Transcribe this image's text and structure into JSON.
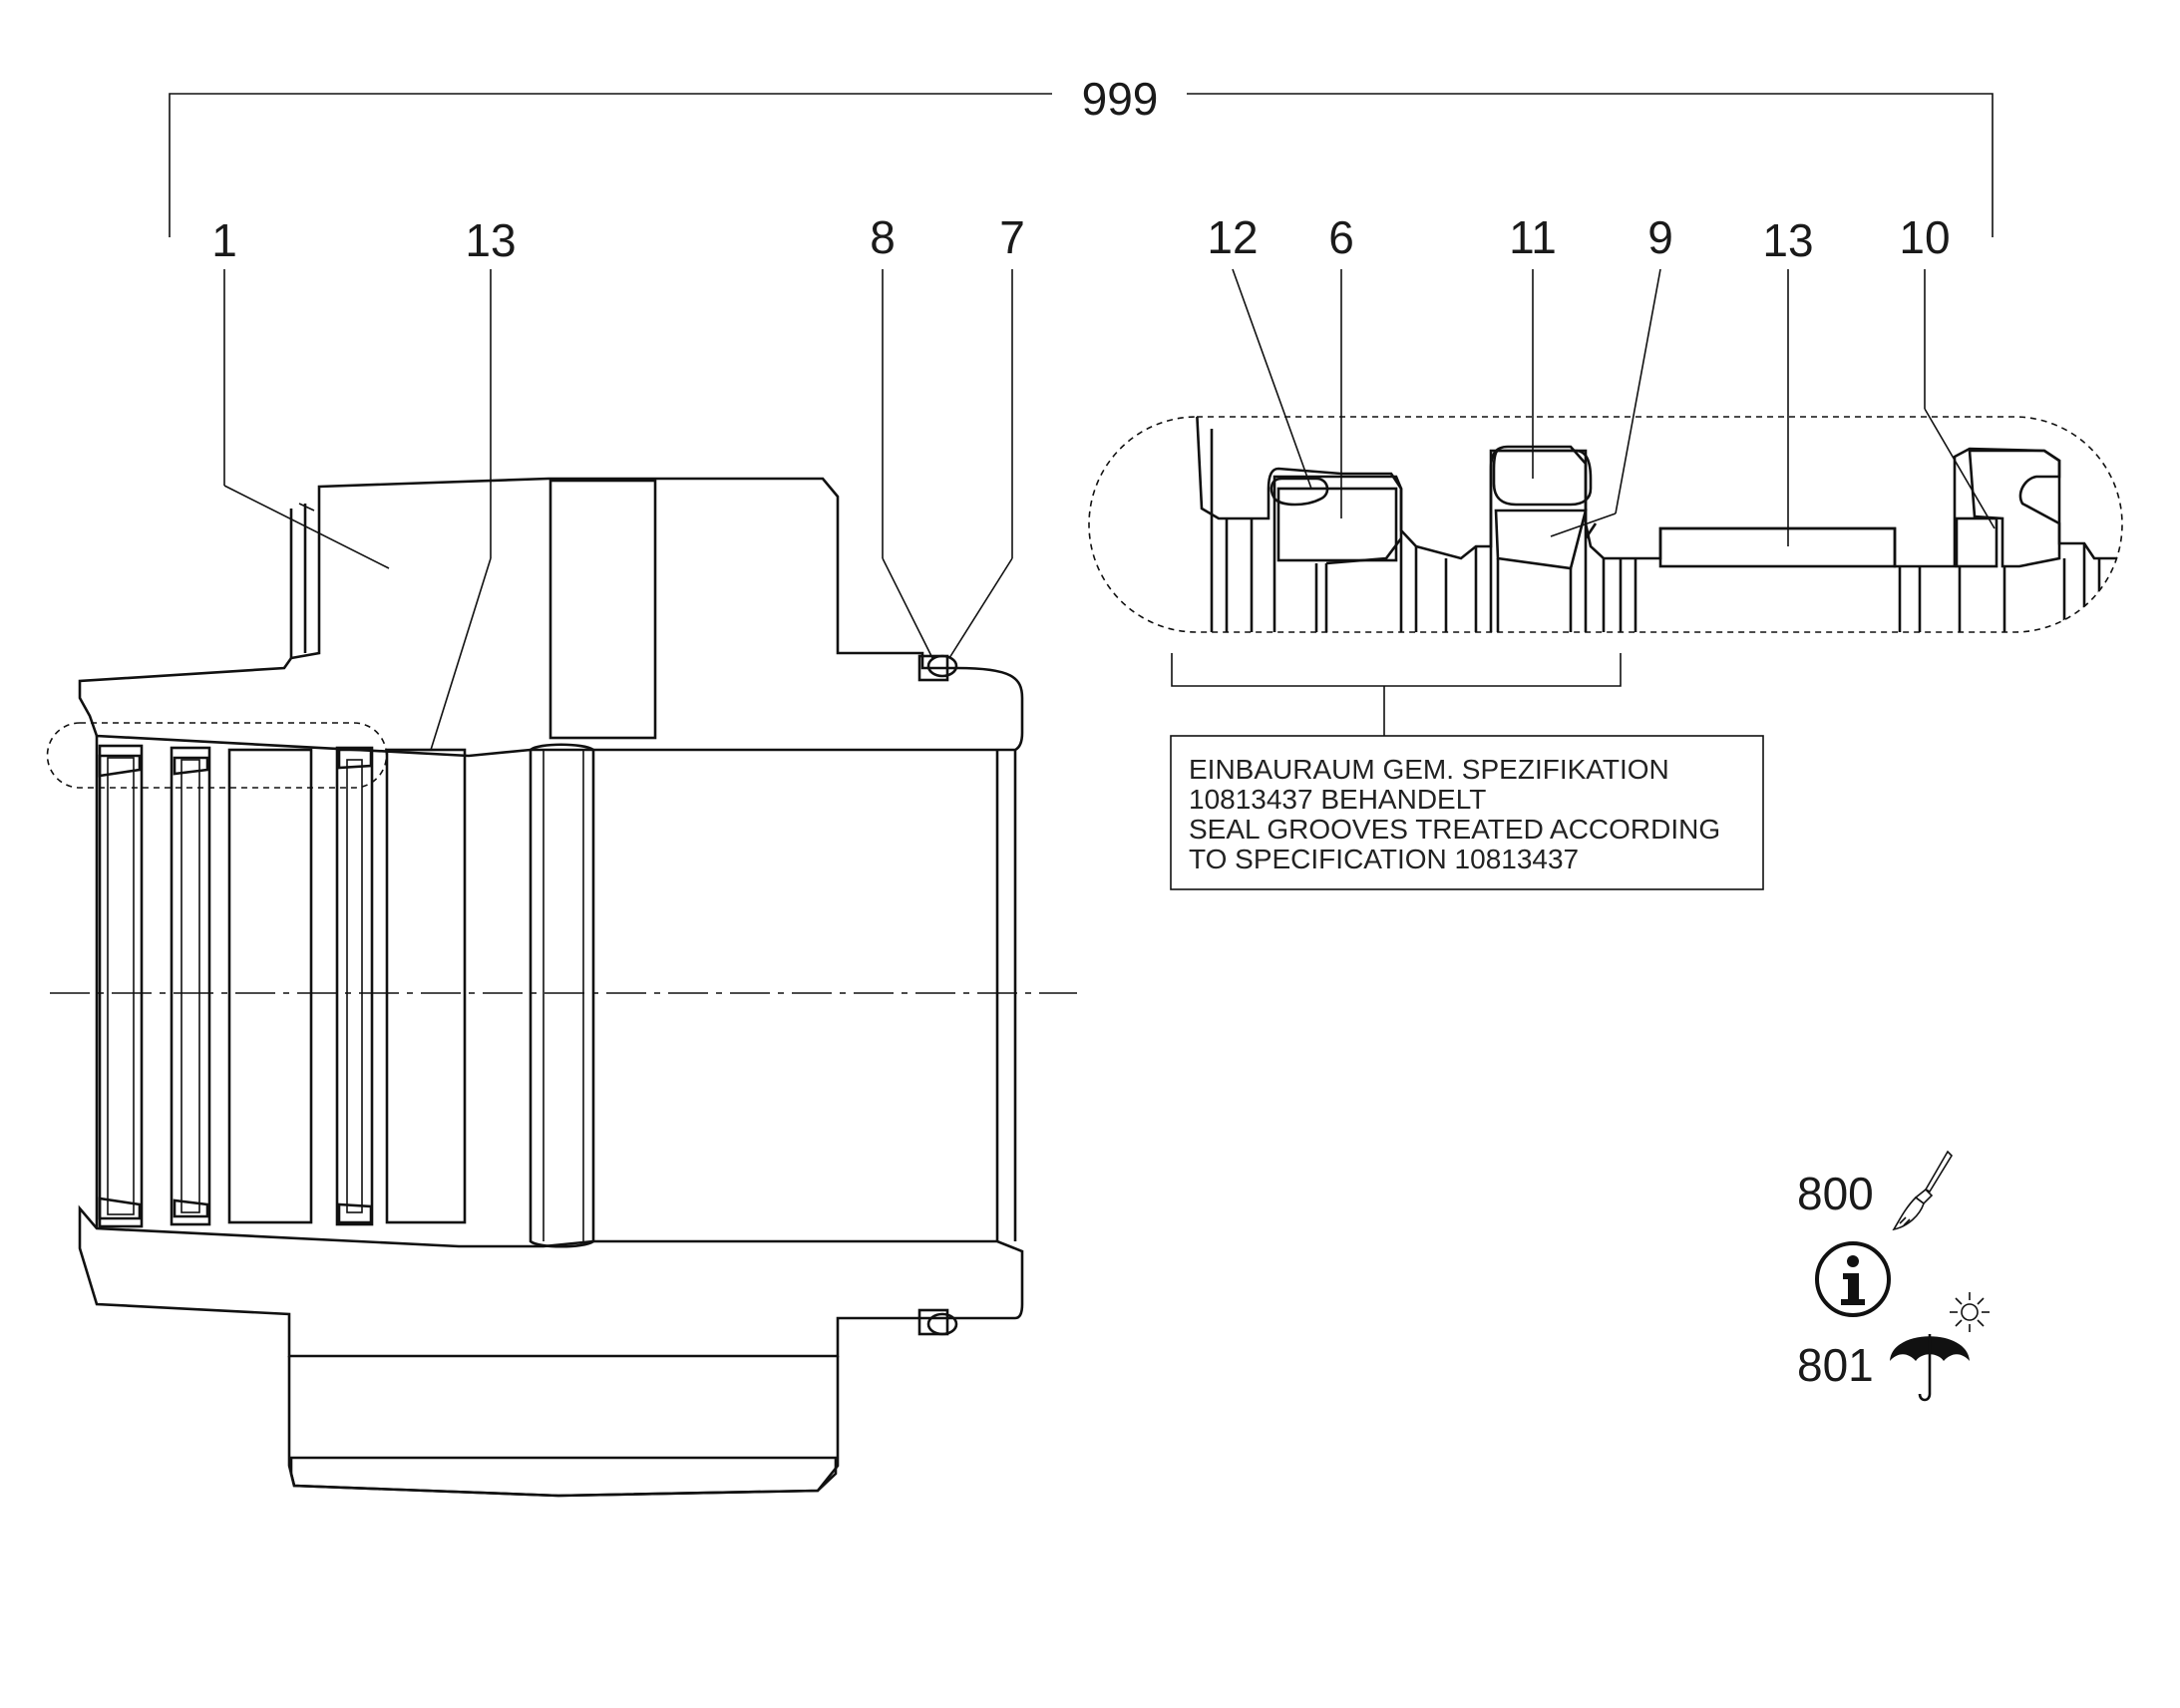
{
  "assembly_callout": "999",
  "callouts_main": [
    "1",
    "13",
    "8",
    "7"
  ],
  "callouts_detail": [
    "12",
    "6",
    "11",
    "9",
    "13",
    "10"
  ],
  "note_lines": [
    "EINBAURAUM GEM. SPEZIFIKATION",
    "10813437 BEHANDELT",
    "SEAL GROOVES TREATED ACCORDING",
    "TO SPECIFICATION 10813437"
  ],
  "symbols": {
    "paint": {
      "label": "800",
      "icon": "paintbrush-icon"
    },
    "info": {
      "icon": "info-icon"
    },
    "storage": {
      "label": "801",
      "icon": "umbrella-sun-icon"
    }
  },
  "colors": {
    "line": "#111111",
    "background": "#ffffff"
  }
}
